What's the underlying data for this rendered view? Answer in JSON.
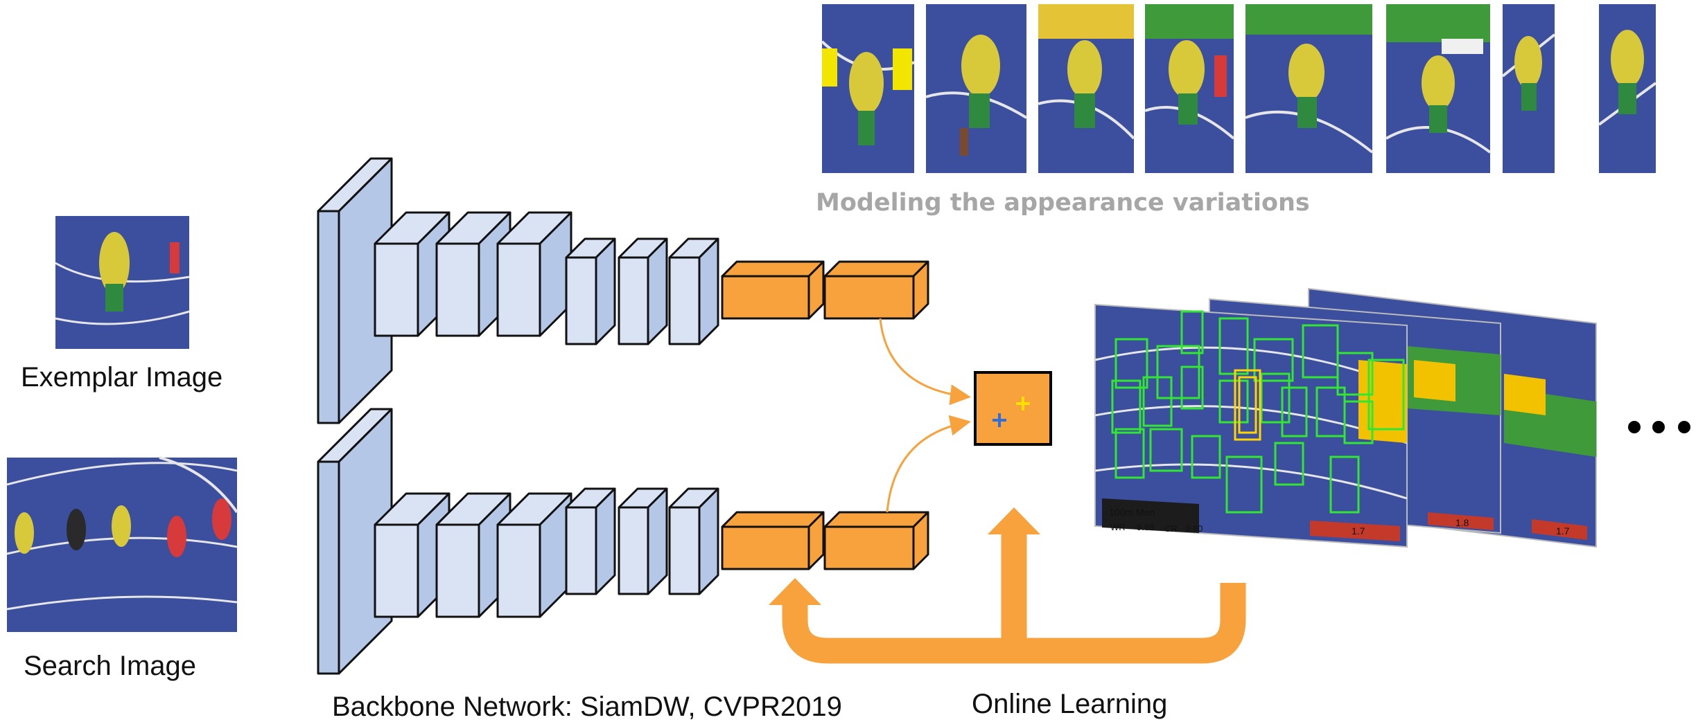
{
  "labels": {
    "exemplar": "Exemplar Image",
    "search": "Search Image",
    "backbone": "Backbone Network: SiamDW, CVPR2019",
    "online": "Online Learning",
    "appearance": "Modeling the appearance variations"
  },
  "frame_overlays": {
    "record_title": "100m Men",
    "wr_tag": "WR",
    "wr_time": "9.69",
    "cr_tag": "CR",
    "cr_time": "9.80",
    "timers": [
      "1.7",
      "1.8",
      "1.7"
    ]
  },
  "colors": {
    "light_block": "#dae3f3",
    "dark_block": "#b4c7e7",
    "feature_block": "#f7a23c",
    "arrow": "#f7a23c",
    "plus_blue": "#2f6fdc",
    "plus_yellow": "#ffe100",
    "green_box": "#32e632",
    "yellow_box": "#ffd400",
    "track_blue": "#3a4fa0",
    "caption_grey": "#a6a6a6"
  }
}
